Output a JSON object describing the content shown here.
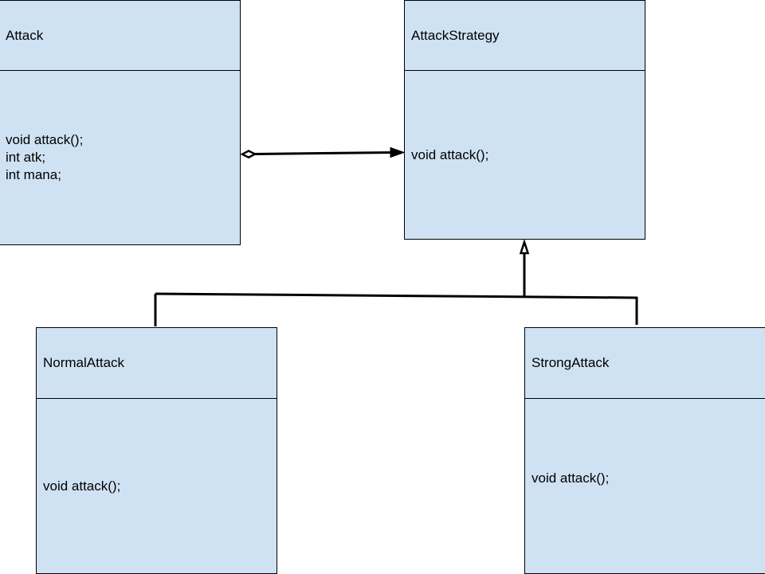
{
  "colors": {
    "class_fill": "#cfe2f3",
    "stroke": "#000000",
    "background": "#ffffff"
  },
  "classes": {
    "attack": {
      "name": "Attack",
      "members": [
        "void attack();",
        "int atk;",
        "int mana;"
      ]
    },
    "attack_strategy": {
      "name": "AttackStrategy",
      "members": [
        "void attack();"
      ]
    },
    "normal_attack": {
      "name": "NormalAttack",
      "members": [
        "void attack();"
      ]
    },
    "strong_attack": {
      "name": "StrongAttack",
      "members": [
        "void attack();"
      ]
    }
  },
  "relations": [
    {
      "type": "aggregation",
      "from": "Attack",
      "to": "AttackStrategy"
    },
    {
      "type": "generalization",
      "from": "NormalAttack",
      "to": "AttackStrategy"
    },
    {
      "type": "generalization",
      "from": "StrongAttack",
      "to": "AttackStrategy"
    }
  ]
}
